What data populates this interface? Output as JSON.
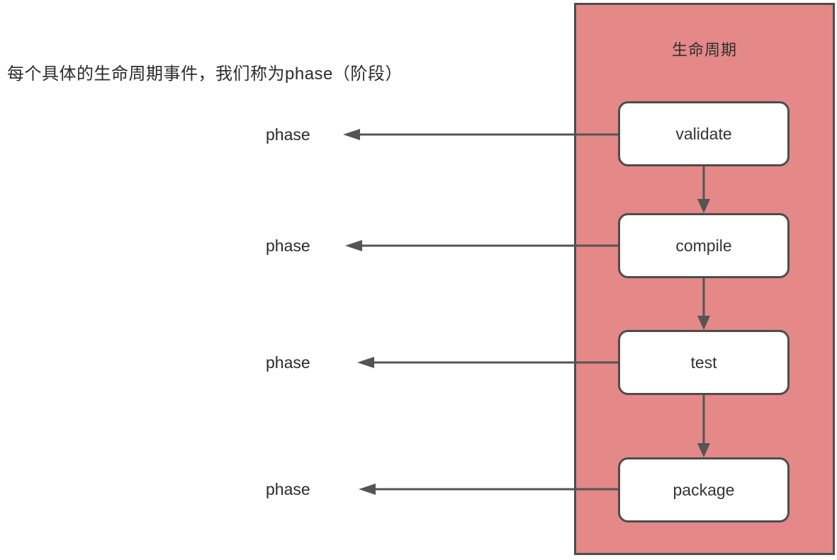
{
  "annotation": {
    "text": "每个具体的生命周期事件，我们称为phase（阶段）"
  },
  "panel": {
    "title": "生命周期",
    "fill_color": "#e48888",
    "border_color": "#4d4d4d",
    "nodes": [
      {
        "label": "validate"
      },
      {
        "label": "compile"
      },
      {
        "label": "test"
      },
      {
        "label": "package"
      }
    ]
  },
  "phase_labels": [
    {
      "label": "phase"
    },
    {
      "label": "phase"
    },
    {
      "label": "phase"
    },
    {
      "label": "phase"
    }
  ],
  "flow": {
    "sequence": [
      "validate",
      "compile",
      "test",
      "package"
    ],
    "arrow_color": "#545454",
    "node_fill": "#ffffff",
    "node_border": "#4d4d4d",
    "text_color": "#333333"
  }
}
